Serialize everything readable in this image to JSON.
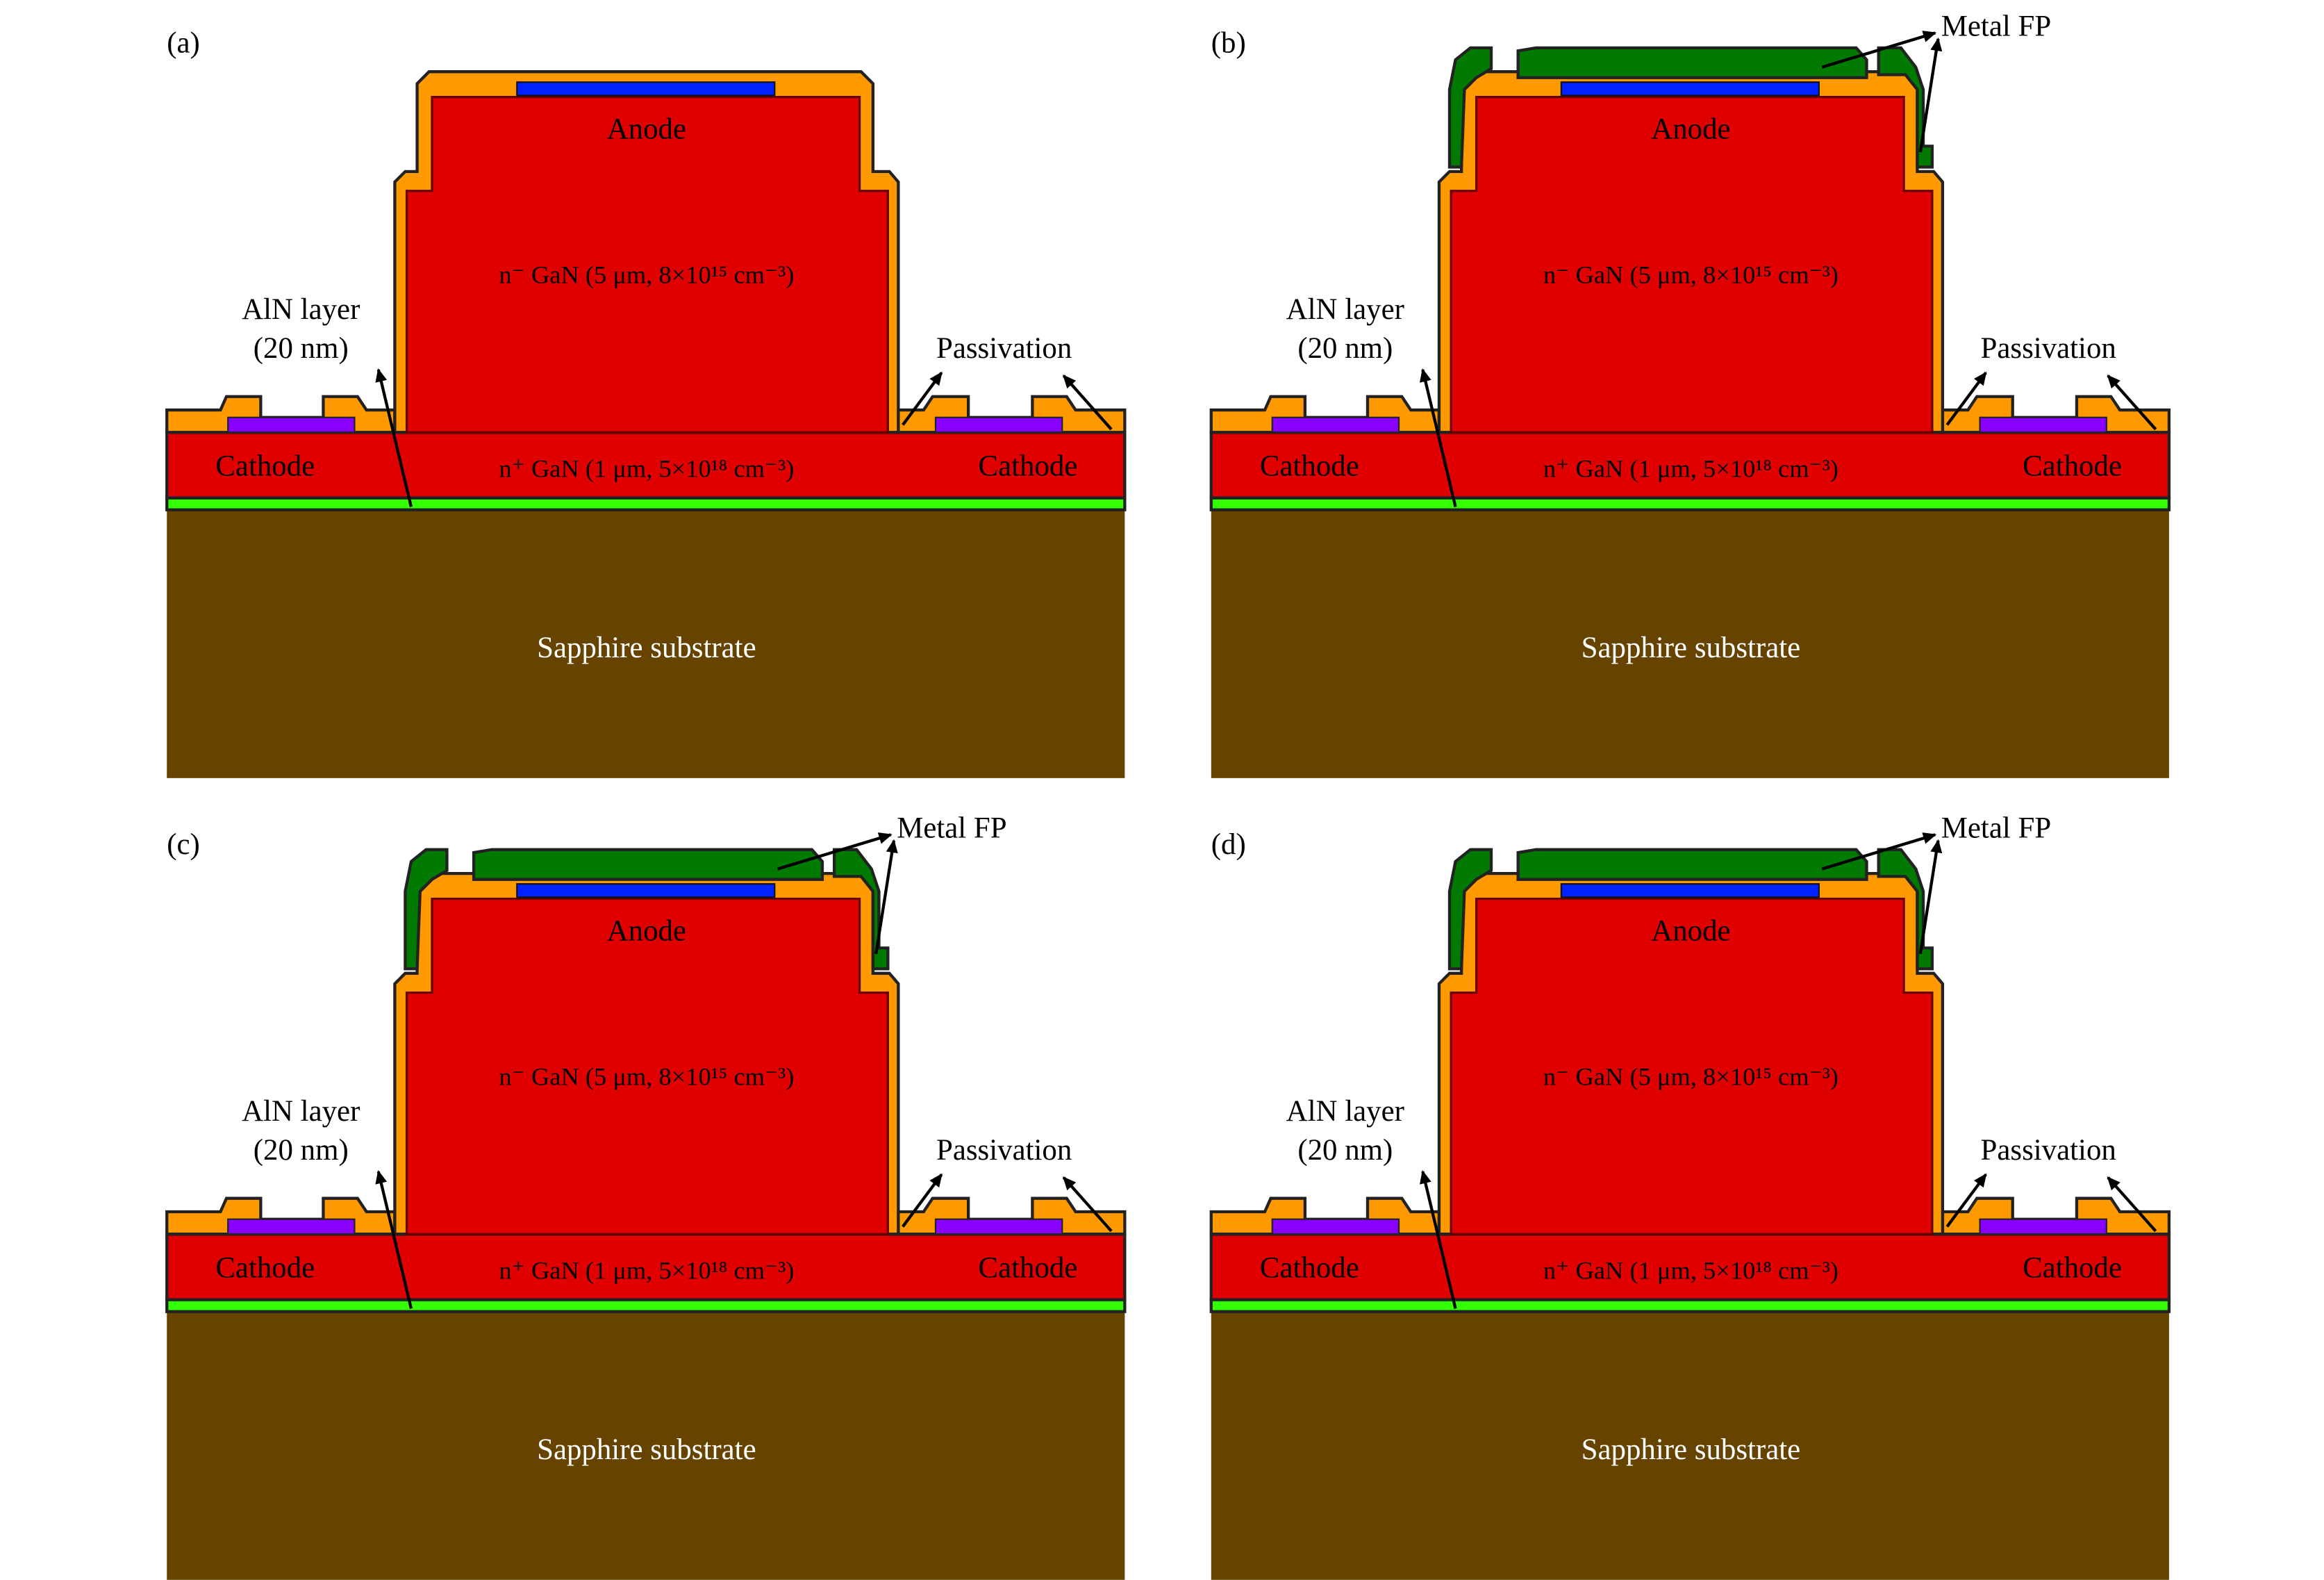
{
  "panels": [
    {
      "label": "(a)",
      "metal_fp": false
    },
    {
      "label": "(b)",
      "metal_fp": true
    },
    {
      "label": "(c)",
      "metal_fp": true
    },
    {
      "label": "(d)",
      "metal_fp": true
    }
  ],
  "labels": {
    "anode": "Anode",
    "n_minus_gan": "n⁻ GaN (5 μm, 8×10¹⁵ cm⁻³)",
    "n_plus_gan": "n⁺ GaN (1 μm, 5×10¹⁸ cm⁻³)",
    "aln_line1": "AlN layer",
    "aln_line2": "(20 nm)",
    "passivation": "Passivation",
    "cathode": "Cathode",
    "substrate": "Sapphire substrate",
    "metal_fp": "Metal FP"
  },
  "colors": {
    "substrate": "#664400",
    "aln": "#33ff00",
    "gan": "#e00000",
    "passivation": "#ff9900",
    "anode": "#0022ff",
    "cathode": "#8800ff",
    "metal_fp": "#007a00"
  }
}
